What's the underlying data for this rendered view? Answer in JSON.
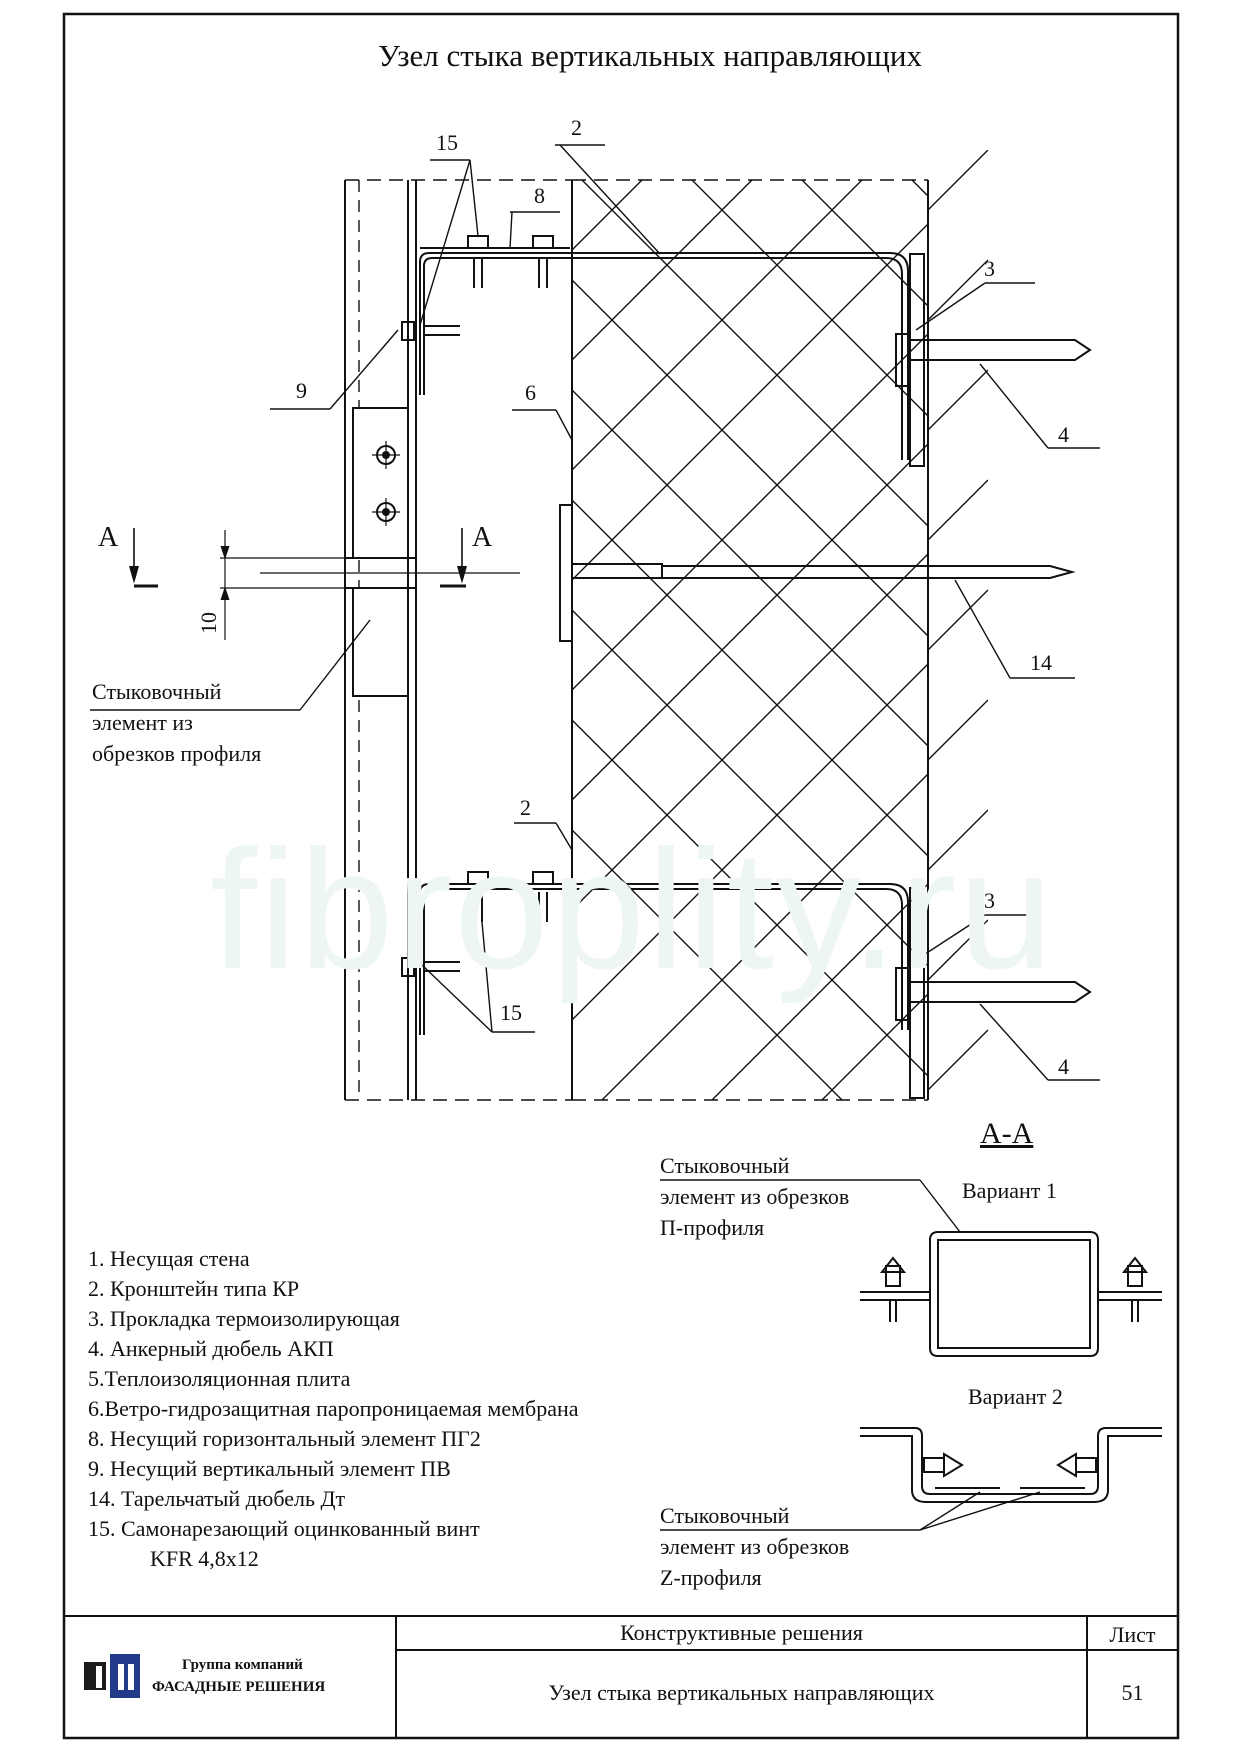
{
  "title": "Узел стыка вертикальных направляющих",
  "watermark": "fibroplity.ru",
  "callouts": {
    "c15_top": "15",
    "c8": "8",
    "c2_top": "2",
    "c3_top": "3",
    "c9": "9",
    "c6": "6",
    "c4_top": "4",
    "section_left": "A",
    "section_right": "A",
    "dim10": "10",
    "c14": "14",
    "c2_bottom": "2",
    "c3_bottom": "3",
    "c15_bottom": "15",
    "c4_bottom": "4"
  },
  "joint_note": [
    "Стыковочный",
    "элемент из",
    "обрезков профиля"
  ],
  "section_title": "А-А",
  "variant1": {
    "label": "Вариант 1",
    "note": [
      "Стыковочный",
      "элемент из обрезков",
      "П-профиля"
    ]
  },
  "variant2": {
    "label": "Вариант 2",
    "note": [
      "Стыковочный",
      "элемент из обрезков",
      "Z-профиля"
    ]
  },
  "legend": [
    "1. Несущая стена",
    "2. Кронштейн типа КР",
    "3. Прокладка термоизолирующая",
    "4. Анкерный дюбель АКП",
    "5.Теплоизоляционная плита",
    "6.Ветро-гидрозащитная паропроницаемая мембрана",
    "8. Несущий горизонтальный элемент ПГ2",
    "9. Несущий вертикальный элемент ПВ",
    "14. Тарельчатый дюбель  Дт",
    "15. Самонарезающий оцинкованный винт",
    "KFR 4,8x12"
  ],
  "title_block": {
    "company_line1": "Группа компаний",
    "company_line2": "ФАСАДНЫЕ РЕШЕНИЯ",
    "section_name": "Конструктивные решения",
    "drawing_name": "Узел стыка вертикальных направляющих",
    "sheet_label": "Лист",
    "sheet_number": "51"
  }
}
